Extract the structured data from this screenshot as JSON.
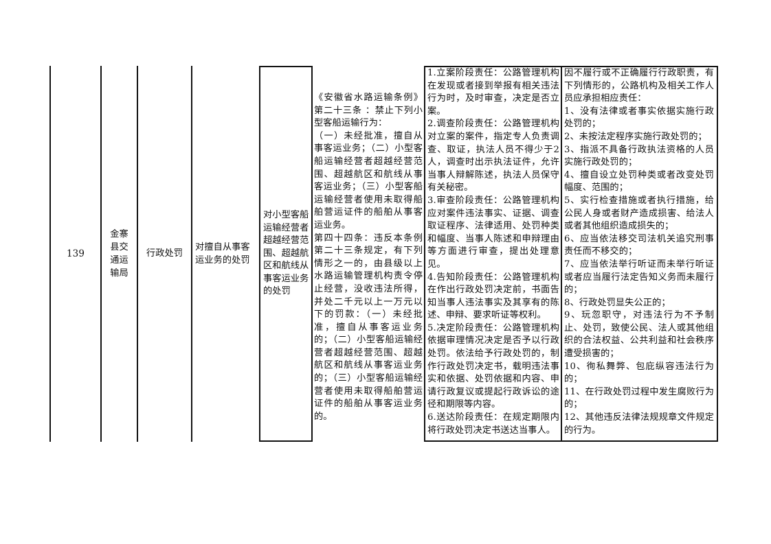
{
  "row": {
    "number": "139",
    "department": "金寨县交通运输局",
    "power_type": "行政处罚",
    "item_name": "对擅自从事客运业务的处罚",
    "sub_item": "对小型客船运输经营者超越经营范围、超越航区和航线从事客运业务的处罚",
    "basis": "《安徽省水路运输条例》第二十三条 ：禁止下列小型客船运输行为：\n（一）未经批准，擅自从事客运业务；（二）小型客船运输经营者超越经营范围、超越航区和航线从事客运业务；（三）小型客船运输经营者使用未取得船舶营运证件的船舶从事客运业务。\n第四十四条：违反本条例第二十三条规定，有下列情形之一的，由县级以上水路运输管理机构责令停止经营，没收违法所得，并处二千元以上一万元以下的罚款：（一）未经批准，擅自从事客运业务的；（二）小型客船运输经营者超越经营范围、超越航区和航线从事客运业务的；（三）小型客船运输经营者使用未取得船舶营运证件的船舶从事客运业务的。",
    "responsibility": "1.立案阶段责任：公路管理机构在发现或者接到举报有相关违法行为时，及时审查，决定是否立案。\n2.调查阶段责任：公路管理机构对立案的案件，指定专人负责调查、取证，执法人员不得少于2人，调查时出示执法证件，允许当事人辩解陈述，执法人员保守有关秘密。\n3.审查阶段责任：公路管理机构应对案件违法事实、证据、调查取证程序、法律适用、处罚种类和幅度、当事人陈述和申辩理由等方面进行审查，提出处理意见。\n4.告知阶段责任：公路管理机构在作出行政处罚决定前，书面告知当事人违法事实及其享有的陈述、申辩、要求听证等权利。\n5.决定阶段责任：公路管理机构依据审理情况决定是否予以行政处罚。依法给予行政处罚的，制作行政处罚决定书，载明违法事实和依据、处罚依据和内容、申请行政复议或提起行政诉讼的途径和期限等内容。\n6.送达阶段责任：在规定期限内将行政处罚决定书送达当事人。",
    "accountability": "因不履行或不正确履行行政职责，有下列情形的，公路机构及相关工作人员应承担相应责任：\n1、没有法律或者事实依据实施行政处罚的；\n2、未按法定程序实施行政处罚的；\n3、指派不具备行政执法资格的人员实施行政处罚的；\n4、擅自设立处罚种类或者改变处罚幅度、范围的；\n5、实行检查措施或者执行措施，给公民人身或者财产造成损害、给法人或者其他组织造成损失的；\n6、应当依法移交司法机关追究刑事责任而不移交的；\n7、应当依法举行听证而未举行听证或者应当履行法定告知义务而未履行的；\n8、行政处罚显失公正的；\n9、玩忽职守，对违法行为不予制止、处罚，致使公民、法人或其他组织的合法权益、公共利益和社会秩序遭受损害的；\n10、徇私舞弊、包庇纵容违法行为的；\n11、在行政处罚过程中发生腐败行为的；\n12、其他违反法律法规规章文件规定的行为。"
  }
}
